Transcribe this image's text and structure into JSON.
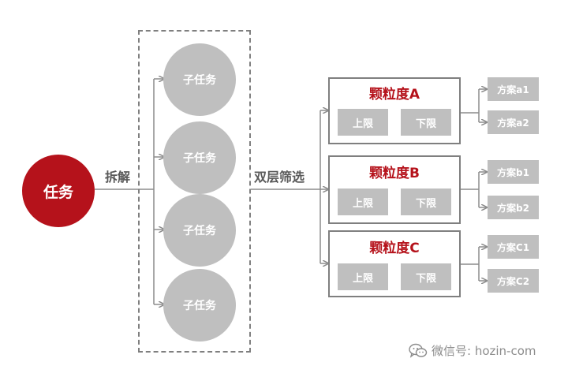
{
  "task": {
    "label": "任务"
  },
  "edges": {
    "decompose": "拆解",
    "filter": "双层筛选"
  },
  "subtasks": [
    {
      "label": "子任务"
    },
    {
      "label": "子任务"
    },
    {
      "label": "子任务"
    },
    {
      "label": "子任务"
    }
  ],
  "granularities": [
    {
      "title": "颗粒度A",
      "lower": "上限",
      "upper": "下限"
    },
    {
      "title": "颗粒度B",
      "lower": "上限",
      "upper": "下限"
    },
    {
      "title": "颗粒度C",
      "lower": "上限",
      "upper": "下限"
    }
  ],
  "plans": [
    {
      "label": "方案a1"
    },
    {
      "label": "方案a2"
    },
    {
      "label": "方案b1"
    },
    {
      "label": "方案b2"
    },
    {
      "label": "方案C1"
    },
    {
      "label": "方案C2"
    }
  ],
  "watermark": {
    "text": "微信号: hozin-com",
    "icon": "wechat-icon"
  },
  "colors": {
    "accent": "#b5121b",
    "node_gray": "#bfbfbf",
    "line_gray": "#7f7f7f",
    "text_gray": "#595959"
  }
}
